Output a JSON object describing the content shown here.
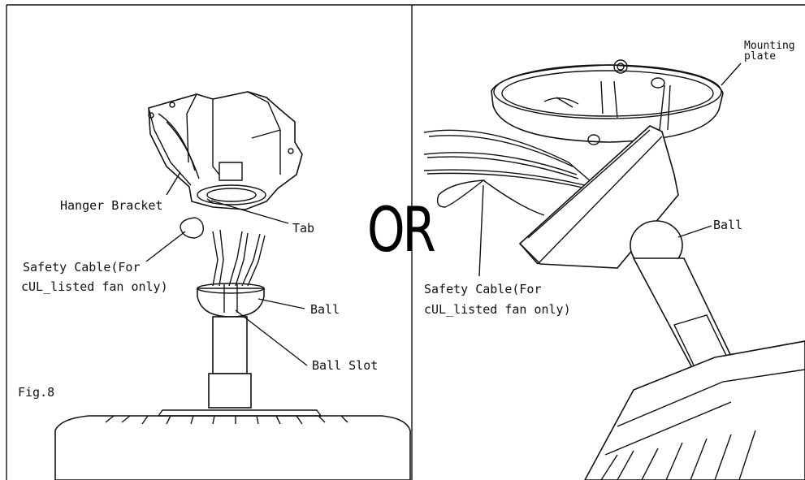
{
  "labels": {
    "hanger_bracket": "Hanger Bracket",
    "tab": "Tab",
    "safety_cable_left_1": "Safety Cable(For",
    "safety_cable_left_2": "cUL_listed fan only)",
    "ball_left": "Ball",
    "ball_slot": "Ball Slot",
    "fig": "Fig.8",
    "or": "OR",
    "mounting_plate_1": "Mounting",
    "mounting_plate_2": "plate",
    "ball_right": "Ball",
    "safety_cable_right_1": "Safety Cable(For",
    "safety_cable_right_2": "cUL_listed fan only)"
  }
}
